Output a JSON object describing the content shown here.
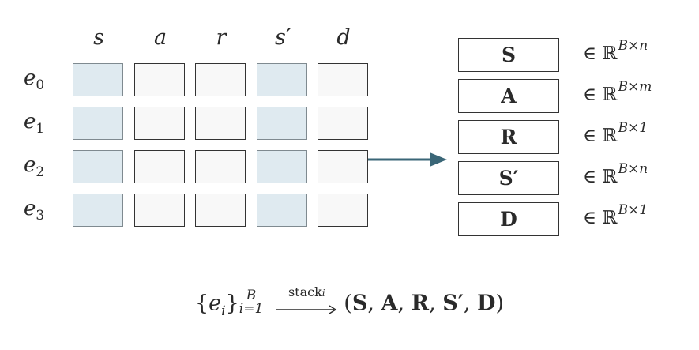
{
  "diagram": {
    "columns": [
      {
        "id": "s",
        "label": "s",
        "kind": "state"
      },
      {
        "id": "a",
        "label": "a",
        "kind": "plain"
      },
      {
        "id": "r",
        "label": "r",
        "kind": "plain"
      },
      {
        "id": "s_prime",
        "label": "s′",
        "kind": "state"
      },
      {
        "id": "d",
        "label": "d",
        "kind": "plain"
      }
    ],
    "rows": [
      {
        "symbol": "e",
        "index": "0"
      },
      {
        "symbol": "e",
        "index": "1"
      },
      {
        "symbol": "e",
        "index": "2"
      },
      {
        "symbol": "e",
        "index": "3"
      }
    ],
    "stacked": [
      {
        "label": "S",
        "space": "∈ ℝ",
        "dims": "B×n"
      },
      {
        "label": "A",
        "space": "∈ ℝ",
        "dims": "B×m"
      },
      {
        "label": "R",
        "space": "∈ ℝ",
        "dims": "B×1"
      },
      {
        "label": "S′",
        "space": "∈ ℝ",
        "dims": "B×n"
      },
      {
        "label": "D",
        "space": "∈ ℝ",
        "dims": "B×1"
      }
    ],
    "colors": {
      "state_fill": "#dfeaf0",
      "plain_fill": "#f8f8f8",
      "arrow": "#3a6677",
      "stroke": "#333333"
    },
    "formula": {
      "open_brace": "{",
      "element_symbol": "e",
      "element_index": "i",
      "close_brace": "}",
      "upper_limit": "B",
      "lower_limit": "i=1",
      "arrow_label": "stack",
      "arrow_label_sub": "i",
      "tuple_open": "(",
      "tuple_items": [
        "S",
        "A",
        "R",
        "S′",
        "D"
      ],
      "tuple_separator": ", ",
      "tuple_close": ")"
    }
  }
}
